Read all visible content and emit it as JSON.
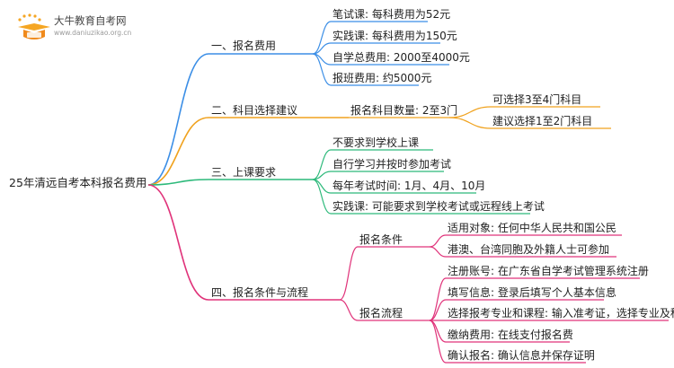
{
  "logo": {
    "title": "大牛教育自考网",
    "url": "www.daniuzikao.org.cn"
  },
  "mindmap": {
    "root": "25年清远自考本科报名费用",
    "branches": [
      {
        "label": "一、报名费用",
        "color": "#3b8ee6",
        "children": [
          {
            "label": "笔试课: 每科费用为52元"
          },
          {
            "label": "实践课: 每科费用为150元"
          },
          {
            "label": "自学总费用: 2000至4000元"
          },
          {
            "label": "报班费用: 约5000元"
          }
        ]
      },
      {
        "label": "二、科目选择建议",
        "color": "#f0a21e",
        "children": [
          {
            "label": "报名科目数量: 2至3门",
            "children": [
              {
                "label": "可选择3至4门科目"
              },
              {
                "label": "建议选择1至2门科目"
              }
            ]
          }
        ]
      },
      {
        "label": "三、上课要求",
        "color": "#2cb97a",
        "children": [
          {
            "label": "不要求到学校上课"
          },
          {
            "label": "自行学习并按时参加考试"
          },
          {
            "label": "每年考试时间: 1月、4月、10月"
          },
          {
            "label": "实践课: 可能要求到学校考试或远程线上考试"
          }
        ]
      },
      {
        "label": "四、报名条件与流程",
        "color": "#e0337a",
        "children": [
          {
            "label": "报名条件",
            "children": [
              {
                "label": "适用对象: 任何中华人民共和国公民"
              },
              {
                "label": "港澳、台湾同胞及外籍人士可参加"
              }
            ]
          },
          {
            "label": "报名流程",
            "children": [
              {
                "label": "注册账号: 在广东省自学考试管理系统注册"
              },
              {
                "label": "填写信息: 登录后填写个人基本信息"
              },
              {
                "label": "选择报考专业和课程: 输入准考证，选择专业及科目"
              },
              {
                "label": "缴纳费用: 在线支付报名费"
              },
              {
                "label": "确认报名: 确认信息并保存证明"
              }
            ]
          }
        ]
      }
    ]
  }
}
